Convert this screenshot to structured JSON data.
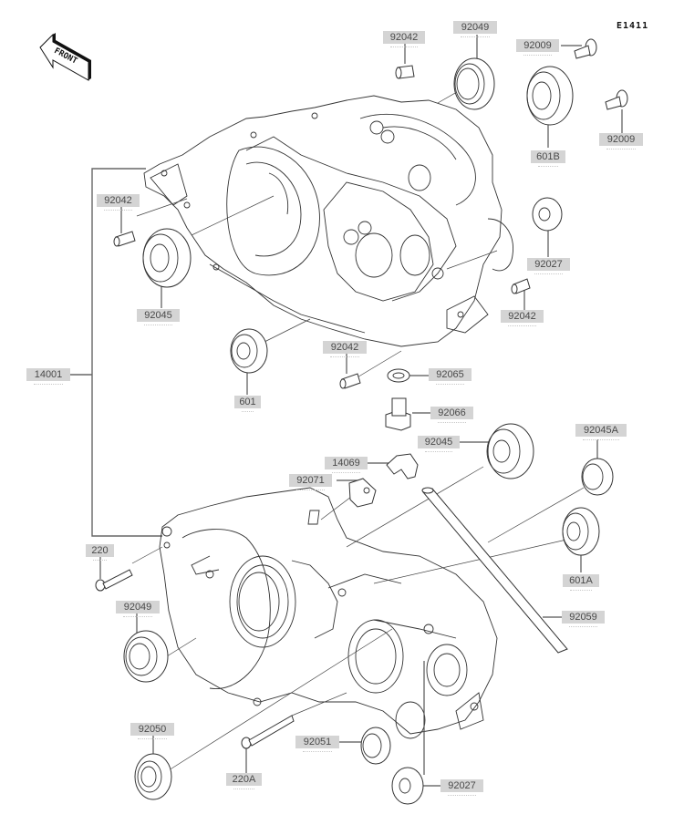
{
  "diagram": {
    "title_code": "E1411",
    "front_indicator": "FRONT",
    "labels": [
      {
        "id": "lbl-92042-top",
        "text": "92042"
      },
      {
        "id": "lbl-92049-top",
        "text": "92049"
      },
      {
        "id": "lbl-92009-a",
        "text": "92009"
      },
      {
        "id": "lbl-601B",
        "text": "601B"
      },
      {
        "id": "lbl-92009-b",
        "text": "92009"
      },
      {
        "id": "lbl-92042-left",
        "text": "92042"
      },
      {
        "id": "lbl-92027-top",
        "text": "92027"
      },
      {
        "id": "lbl-92045-left",
        "text": "92045"
      },
      {
        "id": "lbl-92042-right",
        "text": "92042"
      },
      {
        "id": "lbl-14001",
        "text": "14001"
      },
      {
        "id": "lbl-601",
        "text": "601"
      },
      {
        "id": "lbl-92042-mid",
        "text": "92042"
      },
      {
        "id": "lbl-92065",
        "text": "92065"
      },
      {
        "id": "lbl-92066",
        "text": "92066"
      },
      {
        "id": "lbl-92045-mid",
        "text": "92045"
      },
      {
        "id": "lbl-92045A",
        "text": "92045A"
      },
      {
        "id": "lbl-14069",
        "text": "14069"
      },
      {
        "id": "lbl-92071",
        "text": "92071"
      },
      {
        "id": "lbl-220",
        "text": "220"
      },
      {
        "id": "lbl-601A",
        "text": "601A"
      },
      {
        "id": "lbl-92049-bottom",
        "text": "92049"
      },
      {
        "id": "lbl-92059",
        "text": "92059"
      },
      {
        "id": "lbl-92050",
        "text": "92050"
      },
      {
        "id": "lbl-92051",
        "text": "92051"
      },
      {
        "id": "lbl-220A",
        "text": "220A"
      },
      {
        "id": "lbl-92027-bottom",
        "text": "92027"
      }
    ]
  }
}
